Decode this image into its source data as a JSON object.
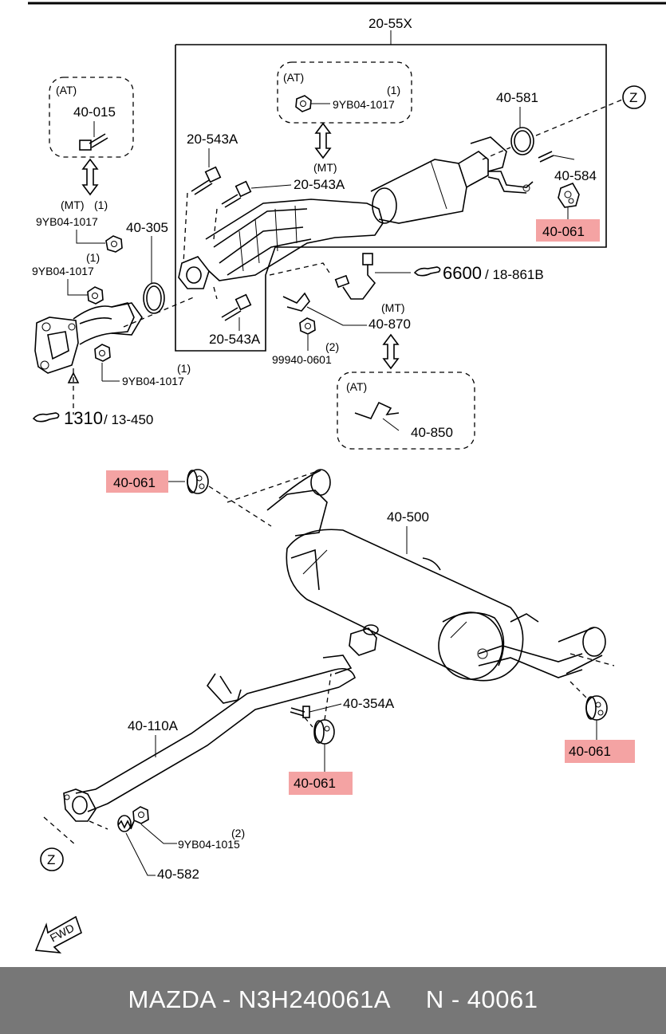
{
  "labels": {
    "assembly_top": "20-55X",
    "at_box1_title": "(AT)",
    "at_box1_part": "40-015",
    "at_box2_title": "(AT)",
    "at_box2_part": "9YB04-1017",
    "at_box2_qty": "(1)",
    "at_box3_title": "(AT)",
    "at_box3_part": "40-850",
    "mt_left_title": "(MT)",
    "mt_left_qty": "(1)",
    "mt_left_part": "9YB04-1017",
    "mt_center": "(MT)",
    "mt_right": "(MT)",
    "nut_left_qty": "(1)",
    "nut_left_part": "9YB04-1017",
    "gasket_305": "40-305",
    "nut_bottom_qty": "(1)",
    "nut_bottom_part": "9YB04-1017",
    "bolt_a1": "20-543A",
    "bolt_a2": "20-543A",
    "bolt_a3": "20-543A",
    "sensor_870": "40-870",
    "nut_99940_qty": "(2)",
    "nut_99940": "99940-0601",
    "gasket_581": "40-581",
    "bolt_584": "40-584",
    "hanger_top": "40-061",
    "ref_6600": "6600",
    "ref_6600_page": "/ 18-861B",
    "ref_1310": "1310",
    "ref_1310_page": "/ 13-450",
    "hanger_left": "40-061",
    "muffler": "40-500",
    "bolt_354": "40-354A",
    "pipe_110": "40-110A",
    "hanger_mid": "40-061",
    "hanger_right": "40-061",
    "nut_1015_qty": "(2)",
    "nut_1015": "9YB04-1015",
    "spring_582": "40-582",
    "z_top": "Z",
    "z_bottom": "Z",
    "fwd": "FWD"
  },
  "colors": {
    "highlight": "#f4a3a3",
    "footer_bg": "#777777",
    "footer_text": "#ffffff"
  },
  "footer": {
    "text": "MAZDA - N3H240061A     N - 40061"
  }
}
